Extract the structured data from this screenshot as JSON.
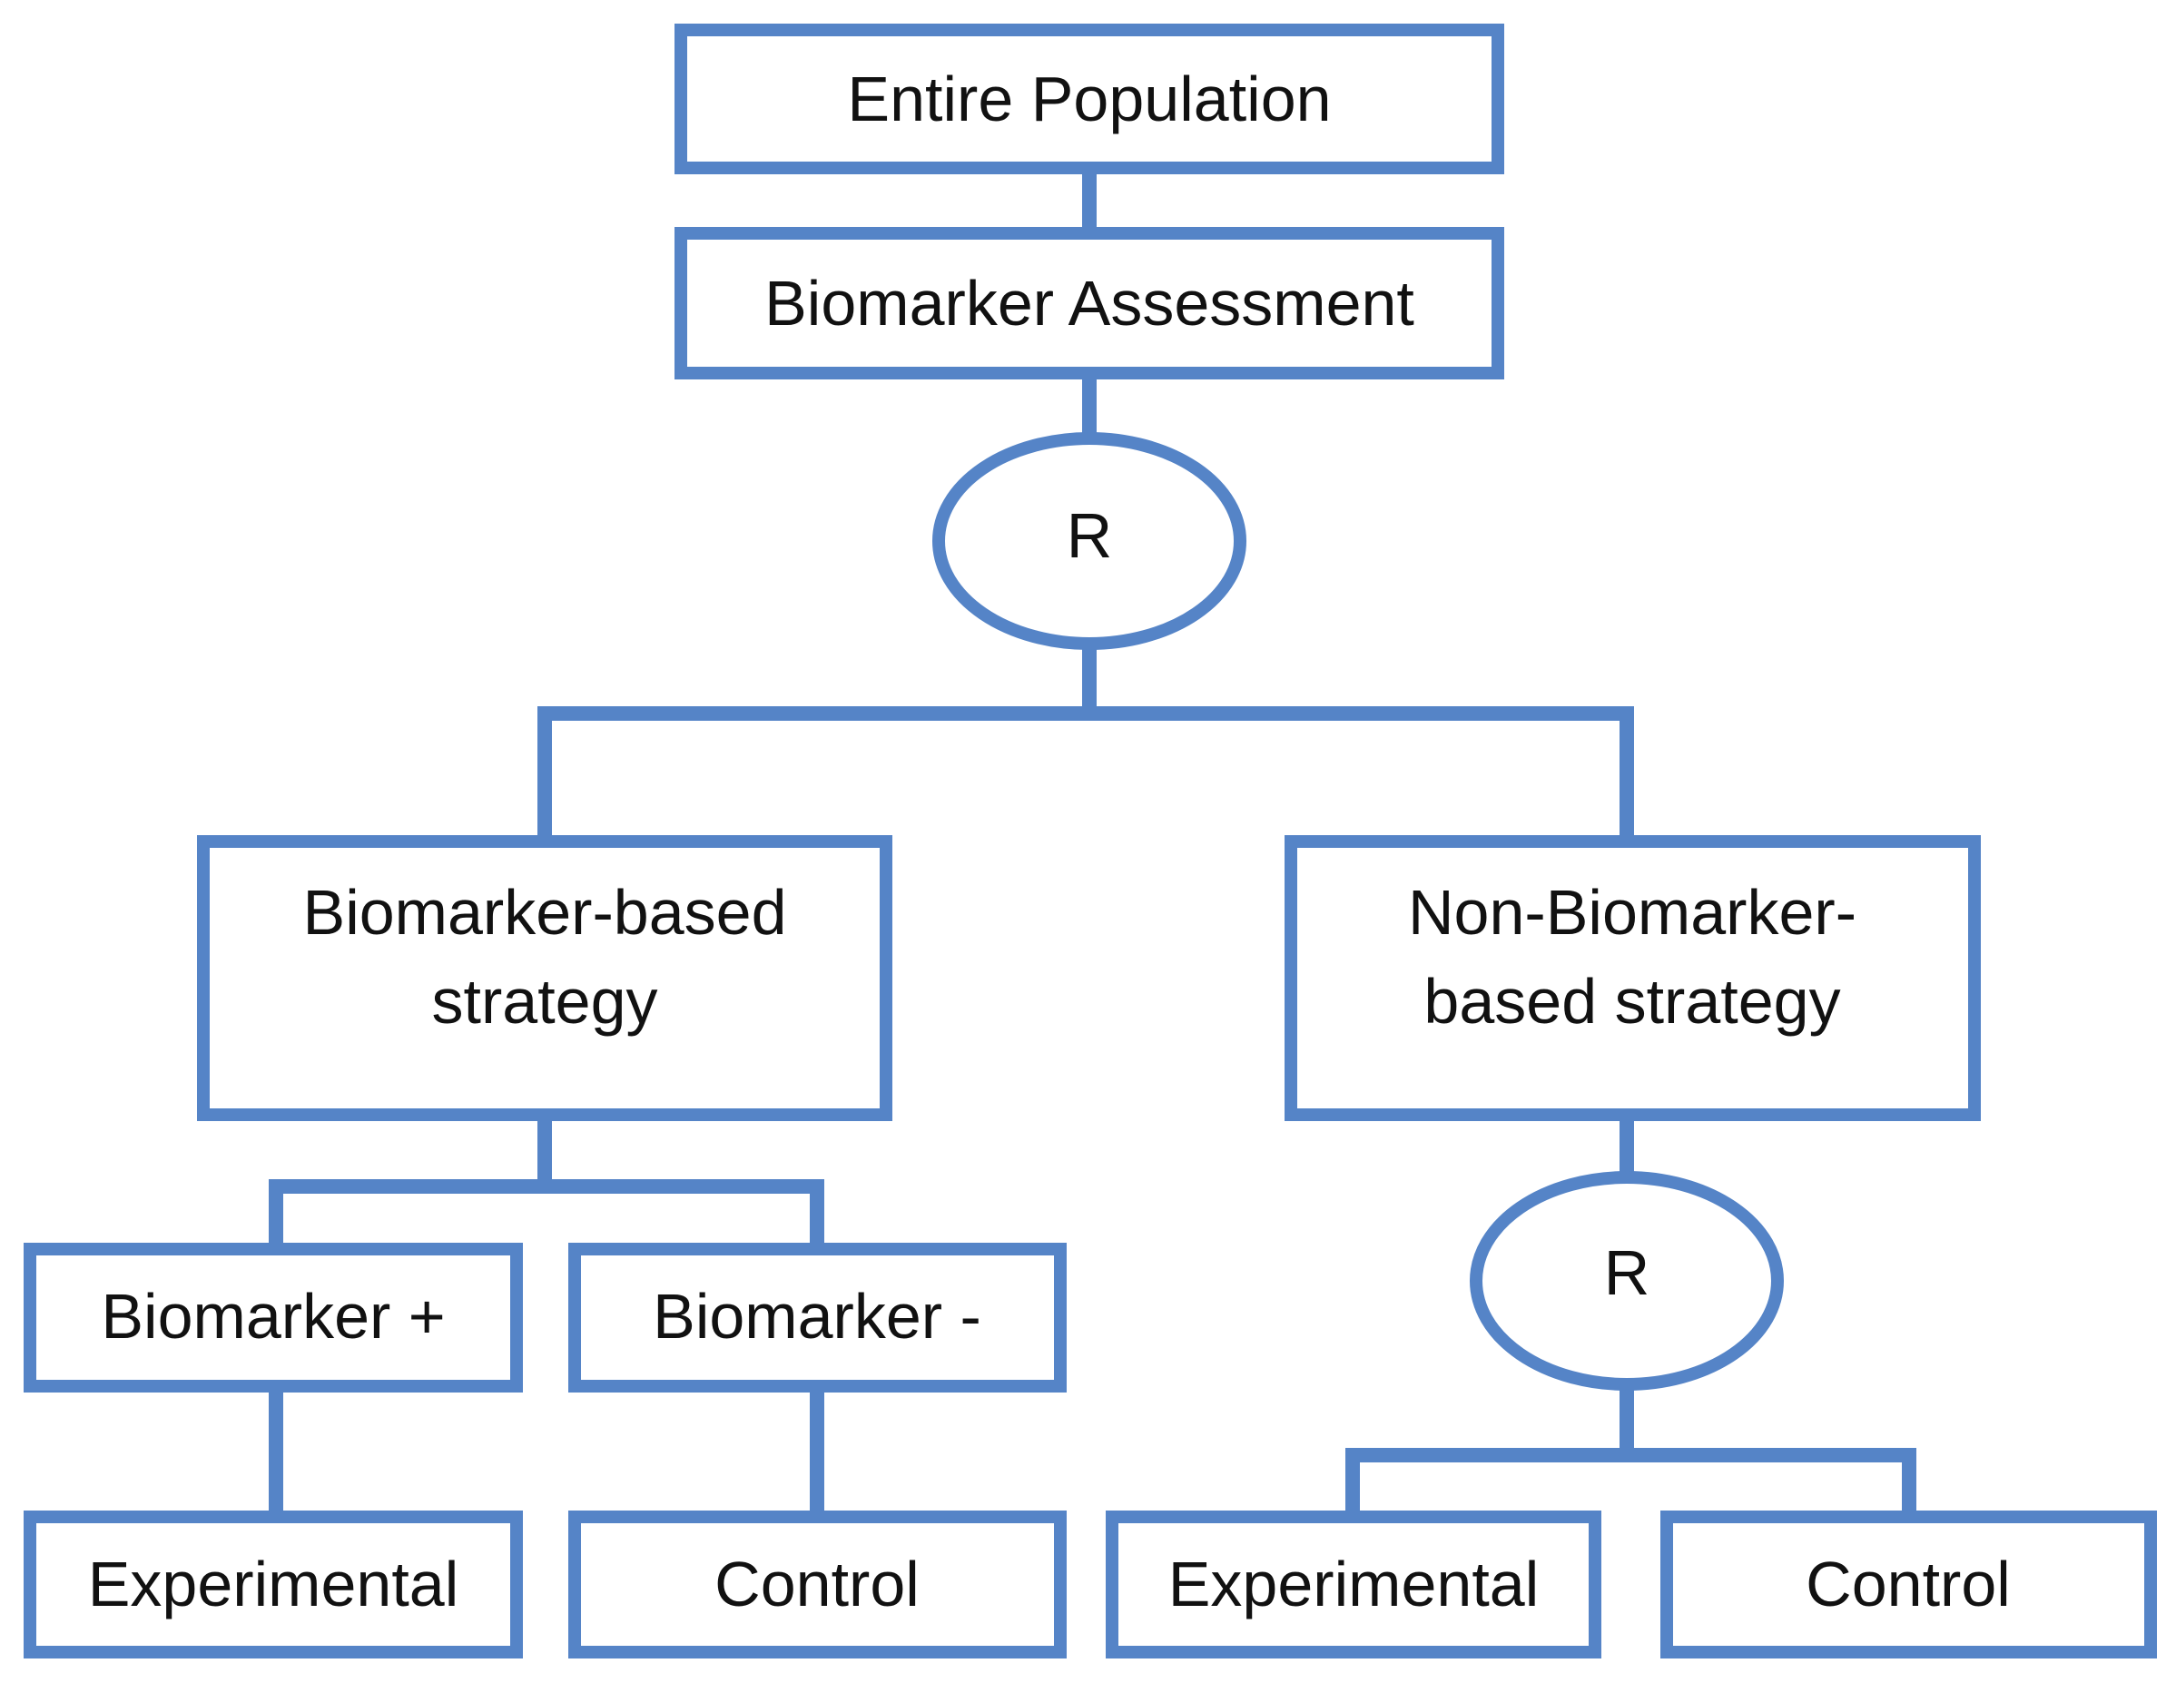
{
  "diagram": {
    "colors": {
      "stroke": "#5584c7",
      "fill": "#ffffff",
      "text": "#111111"
    },
    "nodes": {
      "entire_population": {
        "label": "Entire Population"
      },
      "biomarker_assessment": {
        "label": "Biomarker Assessment"
      },
      "randomization_top": {
        "label": "R"
      },
      "biomarker_based": {
        "label_line1": "Biomarker-based",
        "label_line2": "strategy"
      },
      "non_biomarker_based": {
        "label_line1": "Non-Biomarker-",
        "label_line2": "based strategy"
      },
      "biomarker_positive": {
        "label": "Biomarker +"
      },
      "biomarker_negative": {
        "label": "Biomarker -"
      },
      "randomization_right": {
        "label": "R"
      },
      "experimental_left": {
        "label": "Experimental"
      },
      "control_left": {
        "label": "Control"
      },
      "experimental_right": {
        "label": "Experimental"
      },
      "control_right": {
        "label": "Control"
      }
    }
  }
}
